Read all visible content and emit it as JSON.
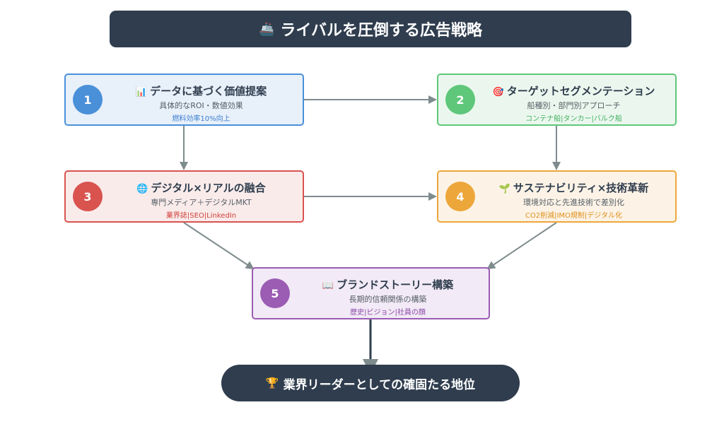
{
  "header": {
    "icon": "ship-icon",
    "icon_glyph": "🚢",
    "title": "ライバルを圧倒する広告戦略"
  },
  "cards": [
    {
      "number": "1",
      "icon": "chart-icon",
      "icon_glyph": "📊",
      "title": "データに基づく価値提案",
      "subtitle": "具体的なROI・数値効果",
      "tags": "燃料効率10%向上",
      "color": "#4a90d9"
    },
    {
      "number": "2",
      "icon": "target-icon",
      "icon_glyph": "🎯",
      "title": "ターゲットセグメンテーション",
      "subtitle": "船種別・部門別アプローチ",
      "tags": "コンテナ船|タンカー|バルク船",
      "color": "#5ec77a"
    },
    {
      "number": "3",
      "icon": "globe-icon",
      "icon_glyph": "🌐",
      "title": "デジタル×リアルの融合",
      "subtitle": "専門メディア＋デジタルMKT",
      "tags": "業界誌|SEO|LinkedIn",
      "color": "#d9534f"
    },
    {
      "number": "4",
      "icon": "seedling-icon",
      "icon_glyph": "🌱",
      "title": "サステナビリティ×技術革新",
      "subtitle": "環境対応と先進技術で差別化",
      "tags": "CO2削減|IMO規制|デジタル化",
      "color": "#eda63a"
    },
    {
      "number": "5",
      "icon": "book-icon",
      "icon_glyph": "📖",
      "title": "ブランドストーリー構築",
      "subtitle": "長期的信頼関係の構築",
      "tags": "歴史|ビジョン|社員の顔",
      "color": "#9b5cb4"
    }
  ],
  "goal": {
    "icon": "trophy-icon",
    "icon_glyph": "🏆",
    "text": "業界リーダーとしての確固たる地位"
  }
}
